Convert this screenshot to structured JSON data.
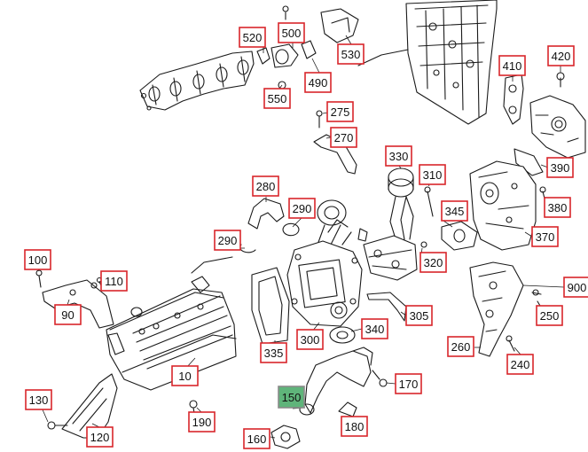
{
  "colors": {
    "callout_border": "#d9262b",
    "callout_highlight": "#5fb47a",
    "line": "#1a1a1a",
    "background": "#ffffff"
  },
  "highlighted_part": "150",
  "callouts": [
    {
      "id": "c520",
      "label": "520"
    },
    {
      "id": "c500",
      "label": "500"
    },
    {
      "id": "c530",
      "label": "530"
    },
    {
      "id": "c490",
      "label": "490"
    },
    {
      "id": "c550",
      "label": "550"
    },
    {
      "id": "c410",
      "label": "410"
    },
    {
      "id": "c420",
      "label": "420"
    },
    {
      "id": "c275",
      "label": "275"
    },
    {
      "id": "c270",
      "label": "270"
    },
    {
      "id": "c330",
      "label": "330"
    },
    {
      "id": "c310",
      "label": "310"
    },
    {
      "id": "c390",
      "label": "390"
    },
    {
      "id": "c380",
      "label": "380"
    },
    {
      "id": "c280",
      "label": "280"
    },
    {
      "id": "c290a",
      "label": "290"
    },
    {
      "id": "c290b",
      "label": "290"
    },
    {
      "id": "c345",
      "label": "345"
    },
    {
      "id": "c370",
      "label": "370"
    },
    {
      "id": "c320",
      "label": "320"
    },
    {
      "id": "c100",
      "label": "100"
    },
    {
      "id": "c110",
      "label": "110"
    },
    {
      "id": "c90",
      "label": "90"
    },
    {
      "id": "c900",
      "label": "900"
    },
    {
      "id": "c305",
      "label": "305"
    },
    {
      "id": "c250",
      "label": "250"
    },
    {
      "id": "c340",
      "label": "340"
    },
    {
      "id": "c300",
      "label": "300"
    },
    {
      "id": "c335",
      "label": "335"
    },
    {
      "id": "c260",
      "label": "260"
    },
    {
      "id": "c240",
      "label": "240"
    },
    {
      "id": "c10",
      "label": "10"
    },
    {
      "id": "c170",
      "label": "170"
    },
    {
      "id": "c150",
      "label": "150"
    },
    {
      "id": "c130",
      "label": "130"
    },
    {
      "id": "c190",
      "label": "190"
    },
    {
      "id": "c180",
      "label": "180"
    },
    {
      "id": "c120",
      "label": "120"
    },
    {
      "id": "c160",
      "label": "160"
    }
  ]
}
